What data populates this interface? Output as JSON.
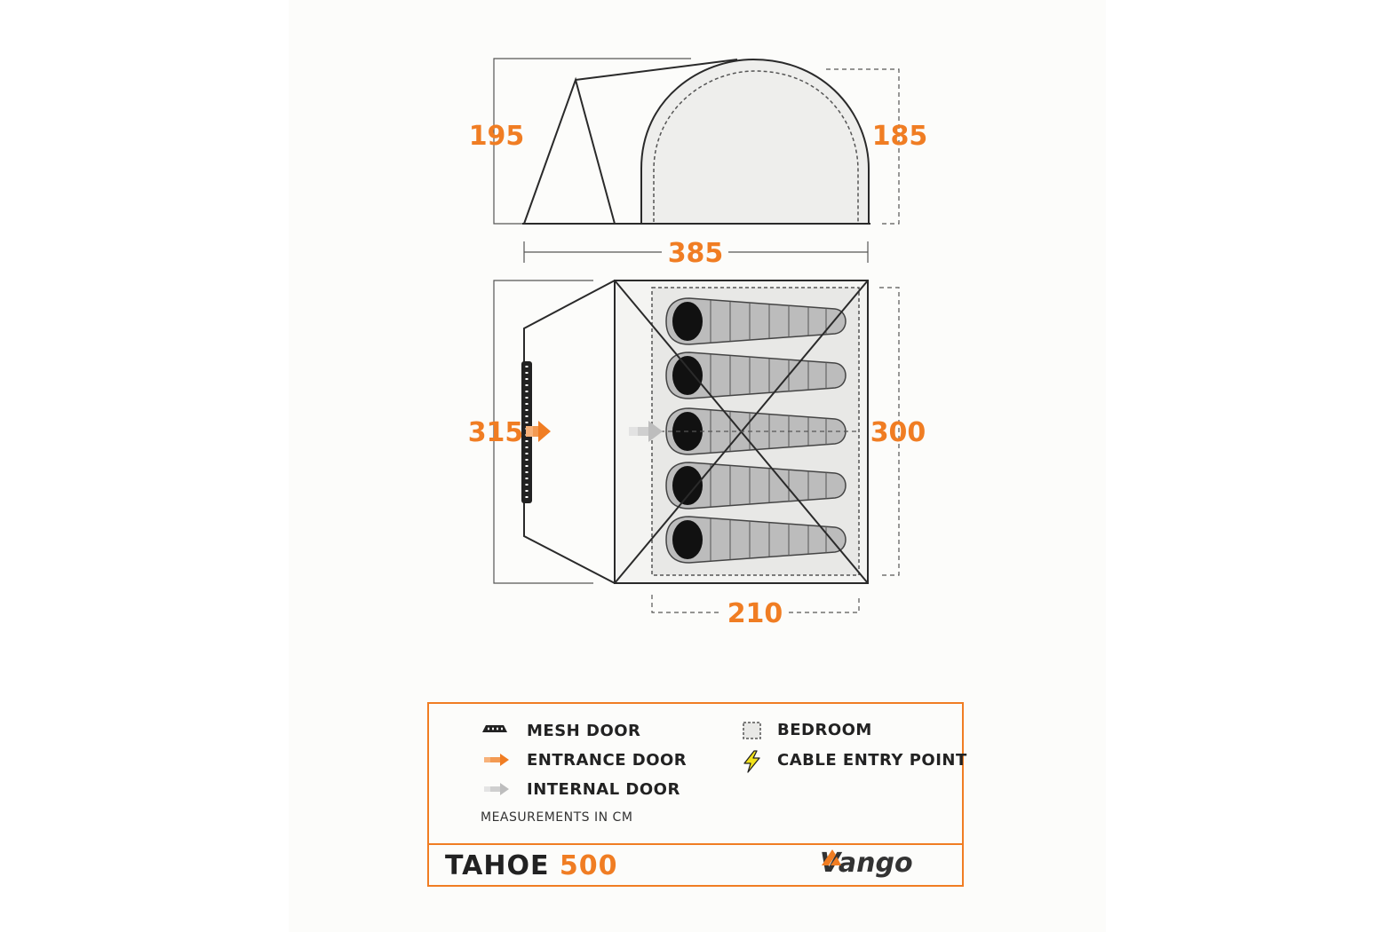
{
  "dimensions": {
    "front_height": "195",
    "rear_height": "185",
    "total_length": "385",
    "total_width": "315",
    "bedroom_width": "300",
    "bedroom_length": "210"
  },
  "legend": {
    "mesh_door": "MESH DOOR",
    "entrance_door": "ENTRANCE DOOR",
    "internal_door": "INTERNAL DOOR",
    "bedroom": "BEDROOM",
    "cable_entry_point": "CABLE ENTRY POINT",
    "note": "MEASUREMENTS IN CM"
  },
  "product": {
    "model_name": "TAHOE",
    "model_number": "500"
  },
  "brand": {
    "name": "Vango"
  },
  "colors": {
    "accent": "#f07d23",
    "outline": "#2a2a2a",
    "tent_fill": "#eeeeec",
    "sleeping_bag": "#bcbcbc"
  }
}
